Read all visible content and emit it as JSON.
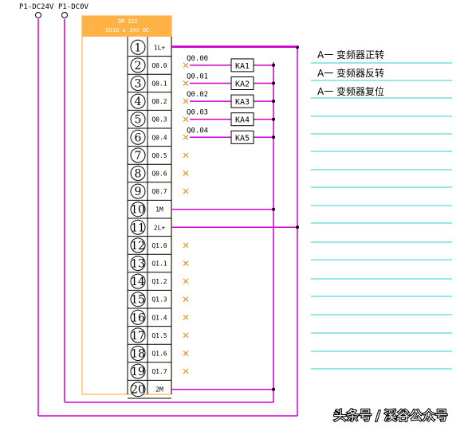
{
  "power": {
    "dc24v_label": "P1-DC24V",
    "dc0v_label": "P1-DC0V"
  },
  "module": {
    "header_line1": "SM 322",
    "header_line2": "DO16 x 24V DC"
  },
  "terminals": [
    {
      "num": "1",
      "label": "1L+"
    },
    {
      "num": "2",
      "label": "Q0.0"
    },
    {
      "num": "3",
      "label": "Q0.1"
    },
    {
      "num": "4",
      "label": "Q0.2"
    },
    {
      "num": "5",
      "label": "Q0.3"
    },
    {
      "num": "6",
      "label": "Q0.4"
    },
    {
      "num": "7",
      "label": "Q0.5"
    },
    {
      "num": "8",
      "label": "Q0.6"
    },
    {
      "num": "9",
      "label": "Q0.7"
    },
    {
      "num": "10",
      "label": "1M"
    },
    {
      "num": "11",
      "label": "2L+"
    },
    {
      "num": "12",
      "label": "Q1.0"
    },
    {
      "num": "13",
      "label": "Q1.1"
    },
    {
      "num": "14",
      "label": "Q1.2"
    },
    {
      "num": "15",
      "label": "Q1.3"
    },
    {
      "num": "16",
      "label": "Q1.4"
    },
    {
      "num": "17",
      "label": "Q1.5"
    },
    {
      "num": "18",
      "label": "Q1.6"
    },
    {
      "num": "19",
      "label": "Q1.7"
    },
    {
      "num": "20",
      "label": "2M"
    }
  ],
  "outputs": [
    {
      "address": "Q0.00",
      "relay": "KA1"
    },
    {
      "address": "Q0.01",
      "relay": "KA2"
    },
    {
      "address": "Q0.02",
      "relay": "KA3"
    },
    {
      "address": "Q0.03",
      "relay": "KA4"
    },
    {
      "address": "Q0.04",
      "relay": "KA5"
    }
  ],
  "notes": [
    "A一 变频器正转",
    "A一 变频器反转",
    "A一 变频器复位"
  ],
  "watermark": "头条号 / 溪谷公众号",
  "colors": {
    "wire": "#cc00cc",
    "box_border": "#ffb347",
    "header_text": "#ffffff",
    "note_line": "#33cccc",
    "terminal_mark": "#e69a2e",
    "black": "#000000"
  }
}
